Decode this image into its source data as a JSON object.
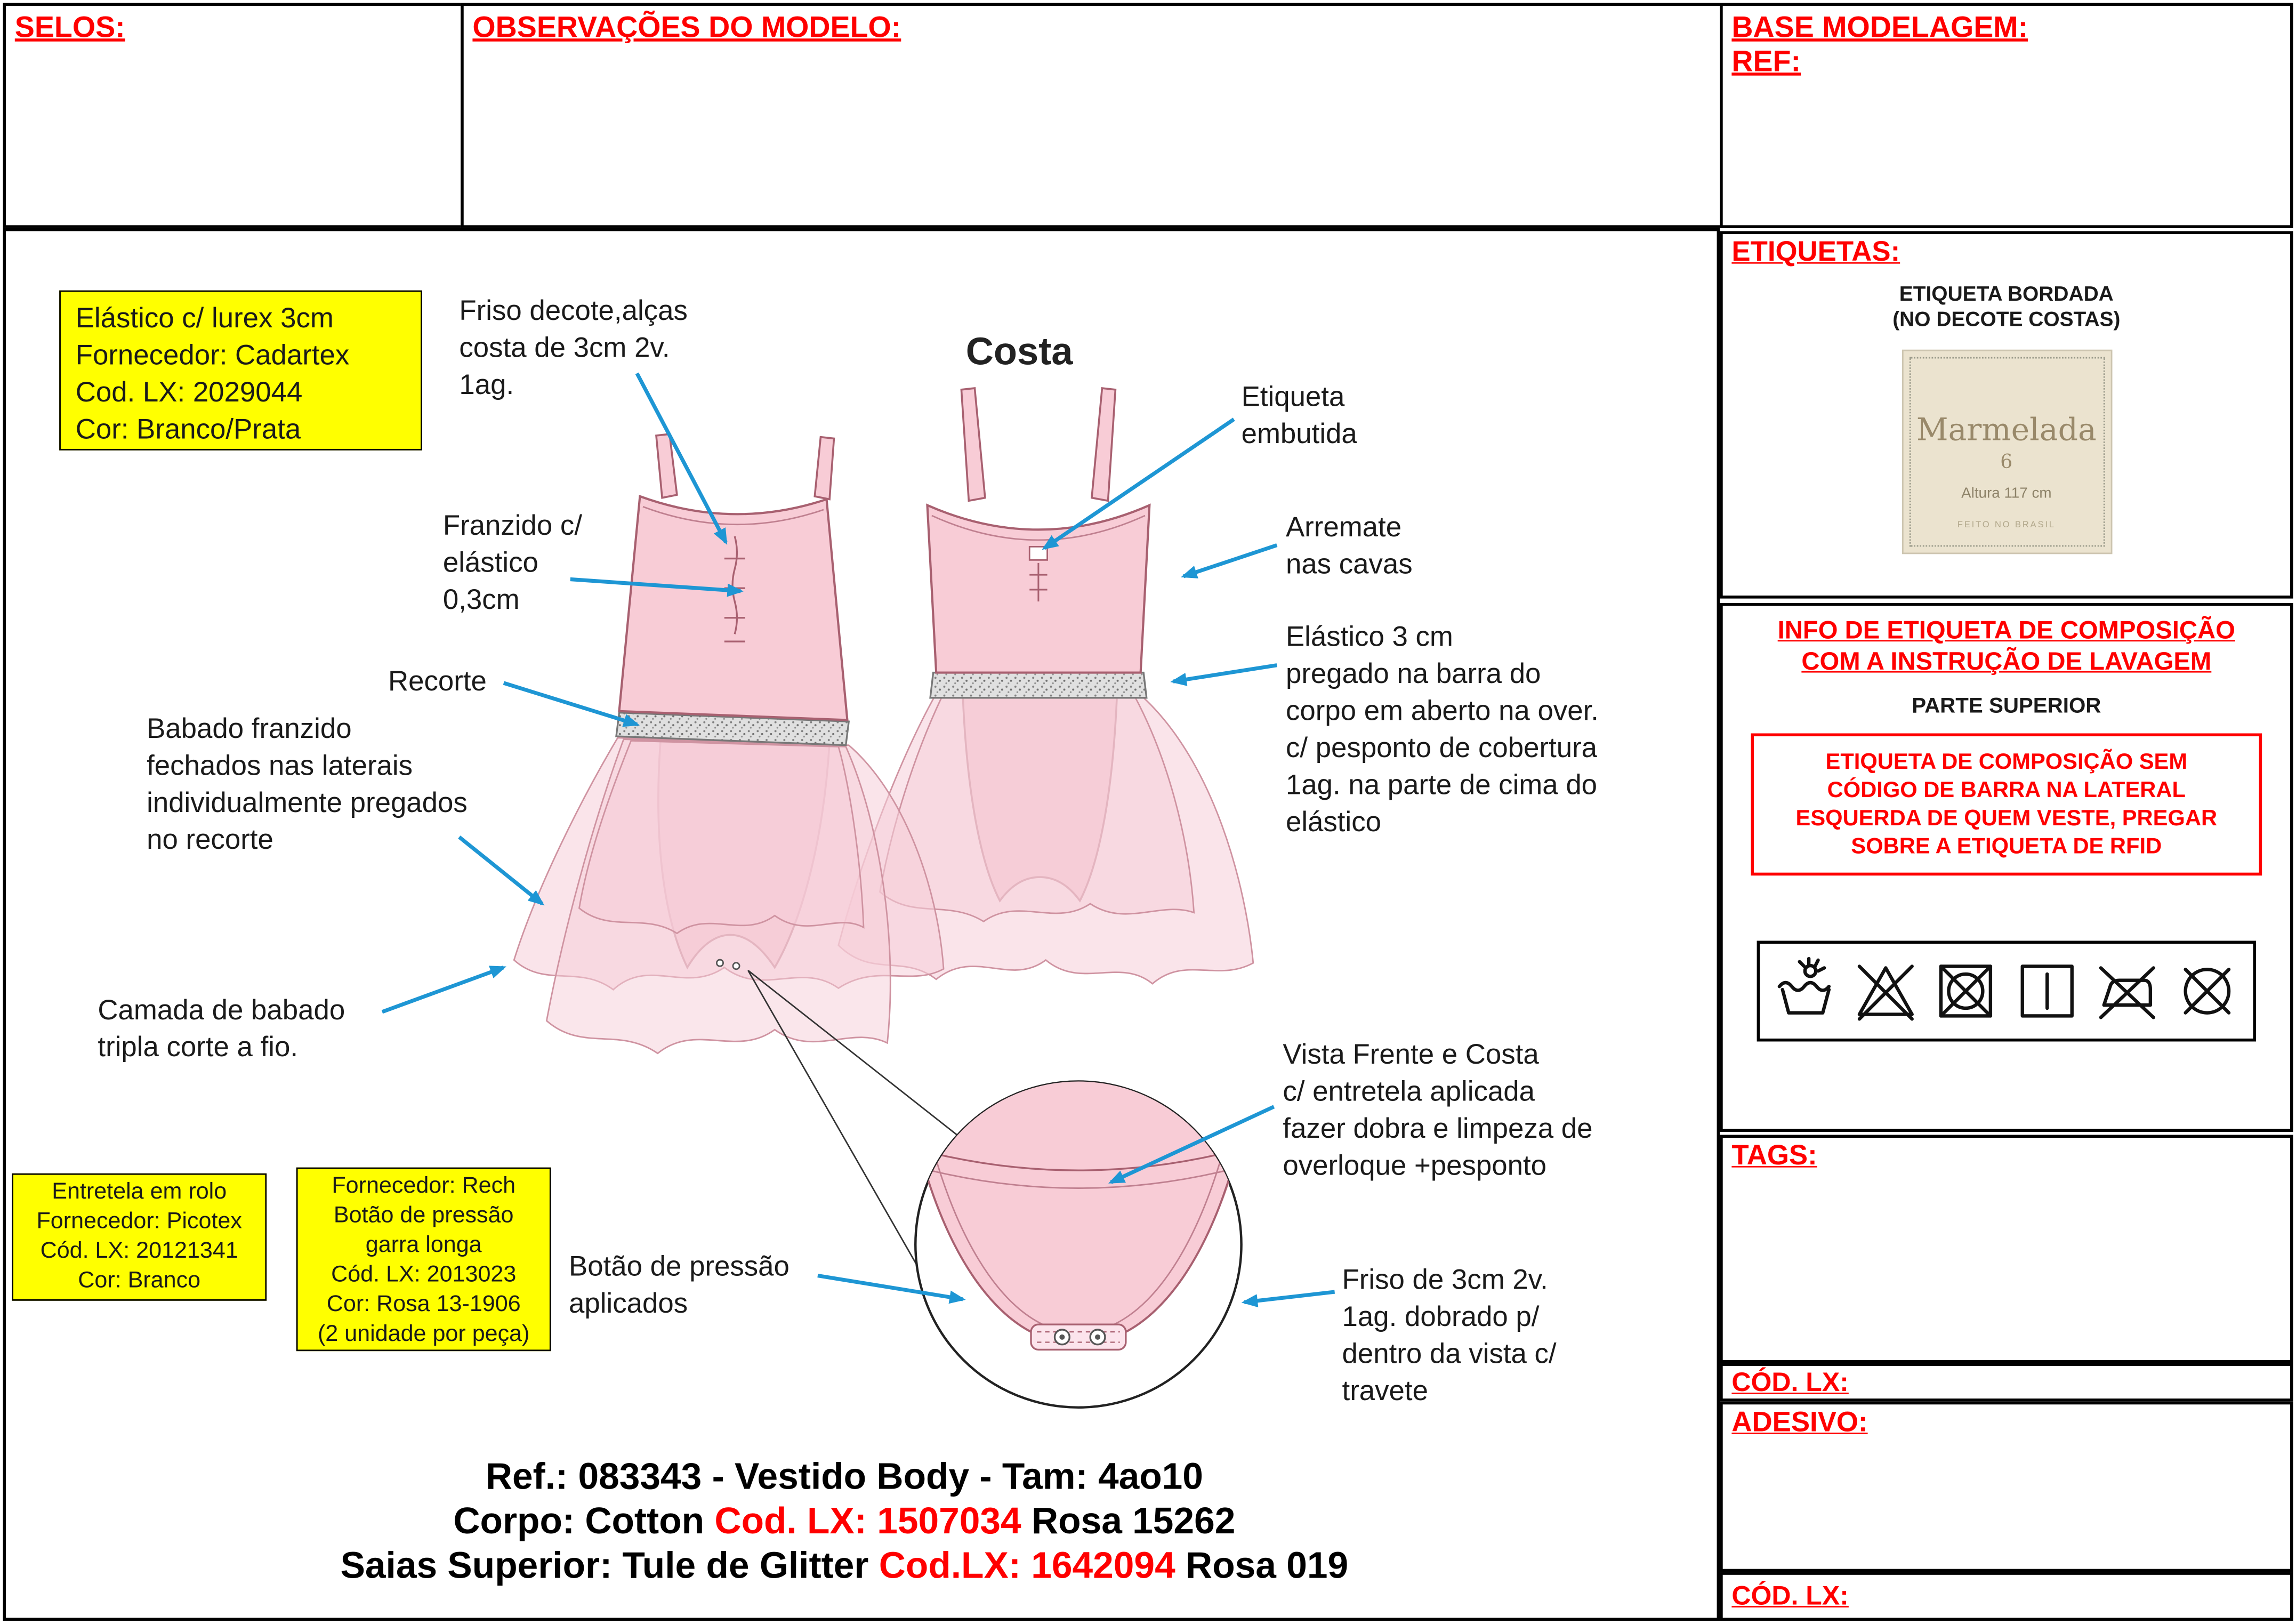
{
  "colors": {
    "accent_red": "#ff0000",
    "arrow_blue": "#1e96d4",
    "highlight_yellow": "#ffff00",
    "garment_pink": "#f8ccd6",
    "label_beige": "#ebe3cf"
  },
  "header": {
    "selos": "SELOS:",
    "observacoes": "OBSERVAÇÕES DO MODELO:",
    "base_modelagem": "BASE MODELAGEM:",
    "ref": "REF:"
  },
  "drawing": {
    "back_view_title": "Costa",
    "notes": {
      "friso_decote": "Friso decote,alças\ncosta de 3cm 2v.\n1ag.",
      "franzido": "Franzido c/\nelástico\n0,3cm",
      "recorte": "Recorte",
      "babado": "Babado franzido\nfechados nas laterais\nindividualmente pregados\nno recorte",
      "camada": "Camada de babado\ntripla corte a fio.",
      "etiqueta": "Etiqueta\nembutida",
      "arremate": "Arremate\nnas cavas",
      "elastico_3cm": "Elástico 3 cm\npregado na barra do\ncorpo em aberto na over.\nc/ pesponto de cobertura\n1ag. na parte de cima do\nelástico",
      "vista": "Vista Frente e Costa\nc/ entretela aplicada\nfazer dobra e limpeza de\noverloque +pesponto",
      "botao": "Botão de pressão\naplicados",
      "friso_3cm": "Friso de 3cm 2v.\n1ag. dobrado p/\ndentro da vista c/\ntravete"
    },
    "supplies": {
      "elastico_lurex": "Elástico c/ lurex 3cm\nFornecedor: Cadartex\nCod. LX: 2029044\nCor: Branco/Prata",
      "entretela": "Entretela em rolo\nFornecedor: Picotex\nCód. LX: 20121341\nCor: Branco",
      "botao_pressao": "Fornecedor: Rech\nBotão de pressão\ngarra longa\nCód. LX: 2013023\nCor: Rosa 13-1906\n(2 unidade por peça)"
    }
  },
  "footer": {
    "line1": "Ref.: 083343 - Vestido Body - Tam: 4ao10",
    "line2_prefix": "Corpo:  Cotton ",
    "line2_code": "Cod. LX: 1507034",
    "line2_suffix": " Rosa 15262",
    "line3_prefix": "Saias Superior: Tule de Glitter ",
    "line3_code": "Cod.LX: 1642094",
    "line3_suffix": " Rosa 019"
  },
  "sidebar": {
    "etiquetas_label": "ETIQUETAS:",
    "etiqueta_bordada": "ETIQUETA BORDADA\n(NO DECOTE COSTAS)",
    "brand_label": {
      "name": "Marmelada",
      "size": "6",
      "height": "Altura 117 cm",
      "origin": "FEITO NO BRASIL"
    },
    "info_title": "INFO DE ETIQUETA DE COMPOSIÇÃO\nCOM A INSTRUÇÃO DE LAVAGEM",
    "parte_superior": "PARTE SUPERIOR",
    "composicao_note": "ETIQUETA DE COMPOSIÇÃO SEM\nCÓDIGO DE BARRA NA LATERAL\nESQUERDA DE QUEM VESTE, PREGAR\nSOBRE A ETIQUETA DE RFID",
    "care_icons": [
      "hand-wash-icon",
      "no-bleach-icon",
      "no-tumble-dry-icon",
      "line-dry-icon",
      "no-iron-icon",
      "no-dry-clean-icon"
    ],
    "tags_label": "TAGS:",
    "cod_lx_label_top": "CÓD. LX:",
    "adesivo_label": "ADESIVO:",
    "cod_lx_label_bottom": "CÓD. LX:"
  }
}
